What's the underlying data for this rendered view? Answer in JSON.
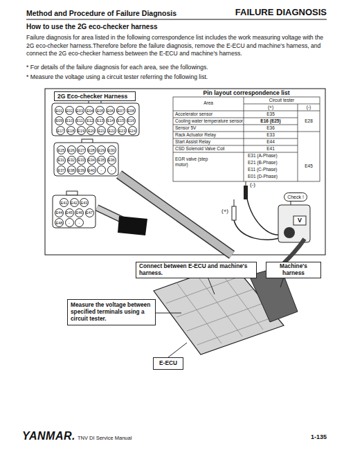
{
  "diagram": {
    "nodes": [
      {
        "text": [
          "2G Eco-checker Harness"
        ]
      },
      {
        "text": [
          "E01"
        ]
      },
      {
        "text": [
          "E02"
        ]
      },
      {
        "text": [
          "E03"
        ]
      },
      {
        "text": [
          "E04"
        ]
      },
      {
        "text": [
          "E05"
        ]
      },
      {
        "text": [
          "E06"
        ]
      },
      {
        "text": [
          "E07"
        ]
      },
      {
        "text": [
          "E08"
        ]
      },
      {
        "text": [
          "E09"
        ]
      },
      {
        "text": [
          "E10"
        ]
      },
      {
        "text": [
          "E11"
        ]
      },
      {
        "text": [
          "E12"
        ]
      },
      {
        "text": [
          "E13"
        ]
      },
      {
        "text": [
          "E14"
        ]
      },
      {
        "text": [
          "E15"
        ]
      },
      {
        "text": [
          "E16"
        ]
      },
      {
        "text": [
          "E17"
        ]
      },
      {
        "text": [
          "E18"
        ]
      },
      {
        "text": [
          "E19"
        ]
      },
      {
        "text": [
          "E20"
        ]
      },
      {
        "text": [
          "E21"
        ]
      },
      {
        "text": [
          "E22"
        ]
      },
      {
        "text": [
          "E23"
        ]
      },
      {
        "text": [
          "E24"
        ]
      },
      {
        "text": [
          "E25"
        ]
      },
      {
        "text": [
          "E26"
        ]
      },
      {
        "text": [
          "E27"
        ]
      },
      {
        "text": [
          "E28"
        ]
      },
      {
        "text": [
          "E29"
        ]
      },
      {
        "text": [
          "E30"
        ]
      },
      {
        "text": [
          "E31"
        ]
      },
      {
        "text": [
          "E32"
        ]
      },
      {
        "text": [
          "E33"
        ]
      },
      {
        "text": [
          "E34"
        ]
      },
      {
        "text": [
          "E35"
        ]
      },
      {
        "text": [
          "E36"
        ]
      },
      {
        "text": [
          "E37"
        ]
      },
      {
        "text": [
          "E38"
        ]
      },
      {
        "text": [
          "E39"
        ]
      },
      {
        "text": [
          "E40"
        ]
      },
      {
        "text": [
          "-"
        ]
      },
      {
        "text": [
          "-"
        ]
      },
      {
        "text": [
          "E41"
        ]
      },
      {
        "text": [
          "E42"
        ]
      },
      {
        "text": [
          "E43"
        ]
      },
      {
        "text": [
          "E44"
        ]
      },
      {
        "text": [
          "E45"
        ]
      },
      {
        "text": [
          "E46"
        ]
      },
      {
        "text": [
          "E47"
        ]
      },
      {
        "text": [
          "E48"
        ]
      },
      {
        "text": [
          "-"
        ]
      },
      {
        "text": [
          "-"
        ]
      },
      {
        "text": [
          "Check !"
        ]
      },
      {
        "text": [
          "Connect between E-ECU and machine's harness."
        ]
      },
      {
        "text": [
          "Machine's harness"
        ]
      },
      {
        "text": [
          "Measure the voltage between specified terminals using a circuit tester."
        ]
      },
      {
        "text": [
          "E-ECU"
        ]
      }
    ],
    "labels": [
      "Method and Procedure of Failure Diagnosis",
      "FAILURE DIAGNOSIS",
      "How to use the 2G eco-checker harness",
      "Failure diagnosis for area listed in the following correspondence list includes the work measuring voltage with the 2G eco-checker harness.Therefore before the failure diagnosis, remove the E-ECU and machine's harness, and connect the 2G eco-checker harness between the E-ECU and machine's harness.",
      "* For details of the failure diagnosis for each area, see the followings.",
      "* Measure the voltage using a circuit tester referring the following list.",
      "Pin layout correspondence list",
      "Area",
      "Circuit tester",
      "(+)",
      "(-)",
      "Accelerator sensor",
      "E35",
      "Cooling water temperature sensor",
      "E16 (E25)",
      "E28",
      "Sensor 5V",
      "E36",
      "Rack Actuator Relay",
      "E33",
      "Start Assist Relay",
      "E44",
      "CSD Solenoid Valve Coil",
      "E41",
      "E45",
      "EGR valve (step motor)",
      "E31 (A-Phase)",
      "E21 (B-Phase)",
      "E11 (C-Phase)",
      "E01 (D-Phase)",
      "(-)",
      "(+)",
      "V",
      "YANMAR.",
      "TNV DI Service Manual",
      "1-135"
    ]
  }
}
